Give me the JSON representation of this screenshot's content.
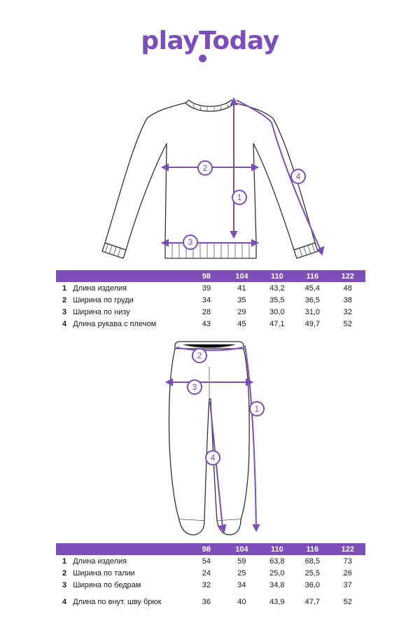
{
  "brand": {
    "logo_text": "playToday",
    "accent_color": "#7b4fb7"
  },
  "sweatshirt": {
    "markers": [
      "1",
      "2",
      "3",
      "4"
    ],
    "table": {
      "sizes": [
        "98",
        "104",
        "110",
        "116",
        "122"
      ],
      "rows": [
        {
          "num": "1",
          "label": "Длина изделия",
          "values": [
            "39",
            "41",
            "43,2",
            "45,4",
            "48"
          ]
        },
        {
          "num": "2",
          "label": "Ширина по груди",
          "values": [
            "34",
            "35",
            "35,5",
            "36,5",
            "38"
          ]
        },
        {
          "num": "3",
          "label": "Ширина по низу",
          "values": [
            "28",
            "29",
            "30,0",
            "31,0",
            "32"
          ]
        },
        {
          "num": "4",
          "label": "Длина рукава с плечом",
          "values": [
            "43",
            "45",
            "47,1",
            "49,7",
            "52"
          ]
        }
      ]
    }
  },
  "pants": {
    "markers": [
      "1",
      "2",
      "3",
      "4"
    ],
    "table": {
      "sizes": [
        "98",
        "104",
        "110",
        "116",
        "122"
      ],
      "rows": [
        {
          "num": "1",
          "label": "Длина изделия",
          "values": [
            "54",
            "59",
            "63,8",
            "68,5",
            "73"
          ]
        },
        {
          "num": "2",
          "label": "Ширина по талии",
          "values": [
            "24",
            "25",
            "25,0",
            "25,5",
            "26"
          ]
        },
        {
          "num": "3",
          "label": "Ширина по бедрам",
          "values": [
            "32",
            "34",
            "34,8",
            "36,0",
            "37"
          ]
        },
        {
          "num": "4",
          "label": "Длина по внут. шву брюк",
          "values": [
            "36",
            "40",
            "43,9",
            "47,7",
            "52"
          ]
        }
      ]
    }
  }
}
